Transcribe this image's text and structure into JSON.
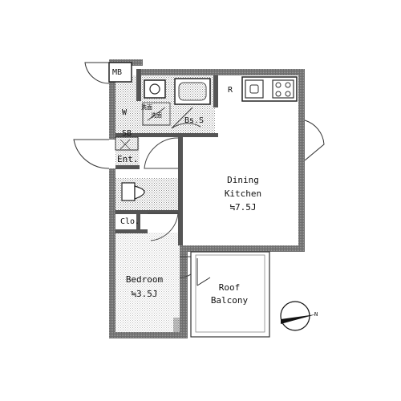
{
  "rooms": {
    "dining_kitchen": {
      "line1": "Dining",
      "line2": "Kitchen",
      "area": "≒7.5J"
    },
    "bedroom": {
      "line1": "Bedroom",
      "area": "≒3.5J"
    },
    "roof_balcony": {
      "line1": "Roof",
      "line2": "Balcony"
    }
  },
  "labels": {
    "mb": "MB",
    "w": "W",
    "bs": "Bs.S",
    "sb": "SB",
    "ent": "Ent.",
    "clo": "Clo.",
    "r": "R",
    "ws_small": "洗面",
    "ws_small2": "洗面"
  },
  "compass": {
    "label": "N"
  }
}
